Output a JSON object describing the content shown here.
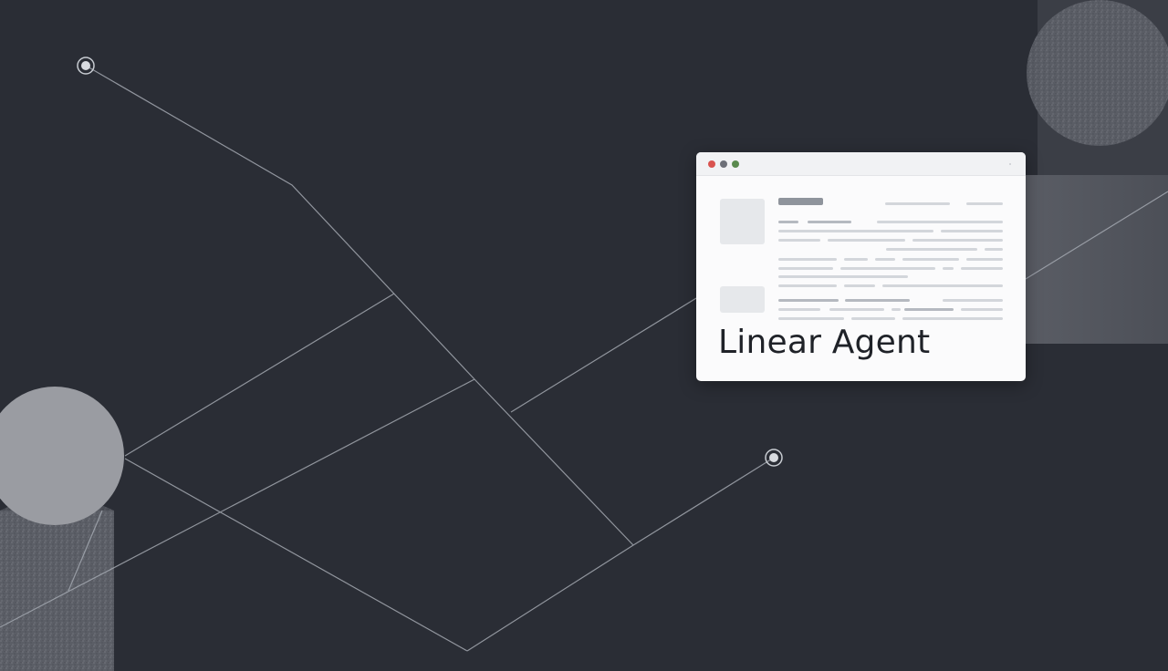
{
  "card": {
    "heading": "Linear Agent"
  },
  "colors": {
    "background": "#2a2d35",
    "line": "#9aa0a8",
    "card": "#fbfbfc",
    "accent_red": "#d9534f",
    "accent_green": "#5a8a4e"
  },
  "icons": {
    "window_controls": [
      "close-dot",
      "minimize-dot",
      "maximize-dot"
    ]
  }
}
